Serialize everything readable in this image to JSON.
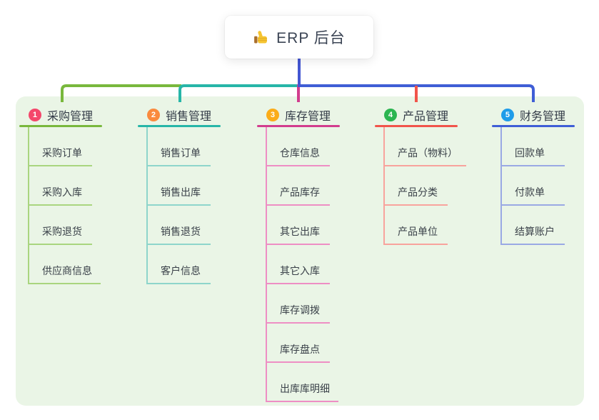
{
  "root": {
    "title": "ERP 后台",
    "icon": "thumbs-up-icon",
    "connector_color": "#4356d2"
  },
  "panel": {
    "background": "#eaf5e6"
  },
  "branches": [
    {
      "number": "1",
      "label": "采购管理",
      "badge_color": "#f4476b",
      "line_color": "#79b83d",
      "child_line_color": "#a9d57f",
      "children": [
        "采购订单",
        "采购入库",
        "采购退货",
        "供应商信息"
      ]
    },
    {
      "number": "2",
      "label": "销售管理",
      "badge_color": "#fa8a3e",
      "line_color": "#27b6a8",
      "child_line_color": "#8ed5cb",
      "children": [
        "销售订单",
        "销售出库",
        "销售退货",
        "客户信息"
      ]
    },
    {
      "number": "3",
      "label": "库存管理",
      "badge_color": "#fbac19",
      "line_color": "#d23d8e",
      "child_line_color": "#ee8ec4",
      "children": [
        "仓库信息",
        "产品库存",
        "其它出库",
        "其它入库",
        "库存调拨",
        "库存盘点",
        "出库库明细"
      ]
    },
    {
      "number": "4",
      "label": "产品管理",
      "badge_color": "#2cb551",
      "line_color": "#f1544b",
      "child_line_color": "#f8a39d",
      "children": [
        "产品（物料）",
        "产品分类",
        "产品单位"
      ]
    },
    {
      "number": "5",
      "label": "财务管理",
      "badge_color": "#1f9ce9",
      "line_color": "#3f5ed6",
      "child_line_color": "#9aa9e4",
      "children": [
        "回款单",
        "付款单",
        "结算账户"
      ]
    }
  ]
}
